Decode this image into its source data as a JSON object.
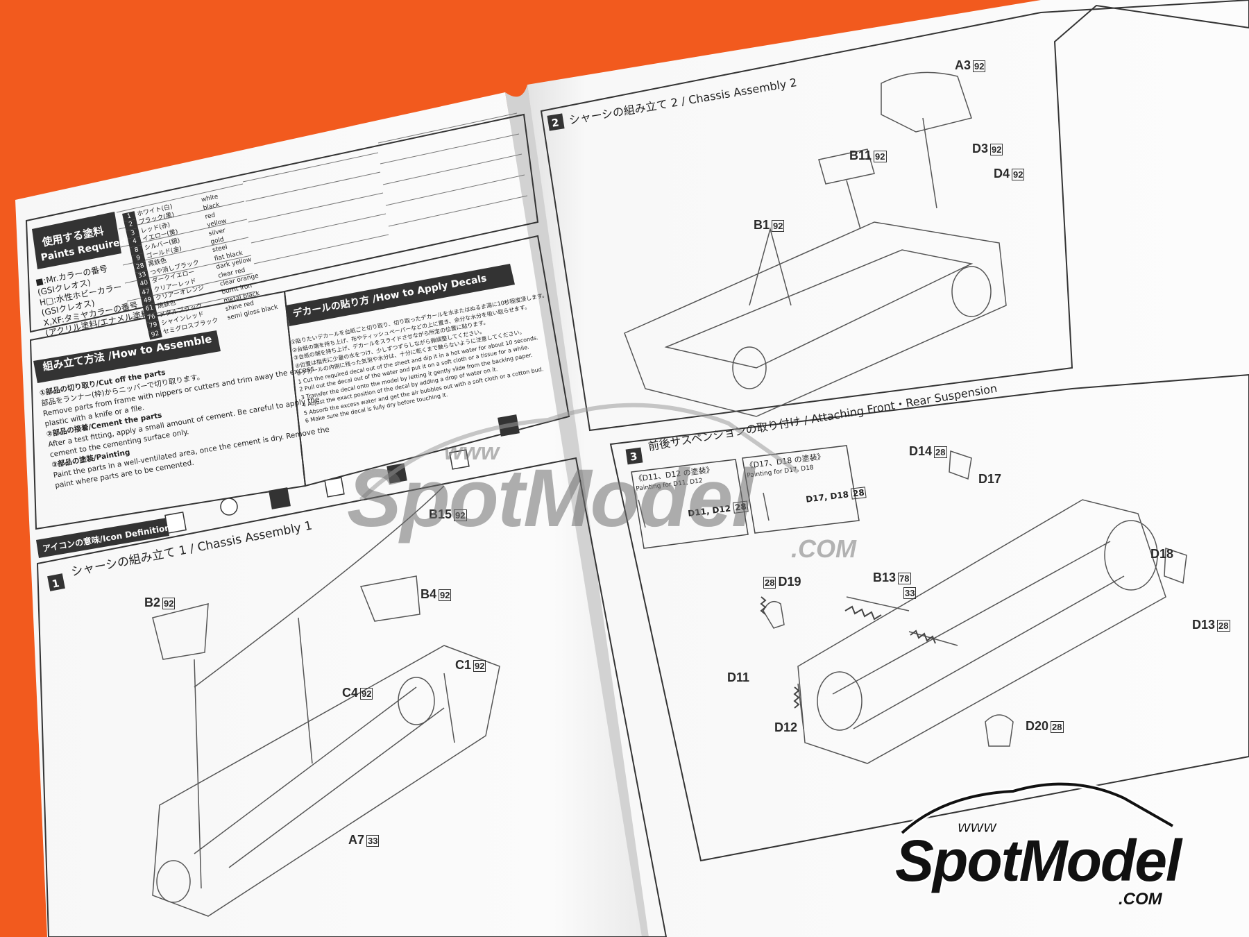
{
  "left_page": {
    "paints_title_jp": "使用する塗料",
    "paints_title_en": "Paints Required",
    "legend": [
      "■:Mr.カラーの番号",
      "(GSIクレオス)",
      "H□:水性ホビーカラー",
      "(GSIクレオス)",
      "X,XF:タミヤカラーの番号",
      "(アクリル塗料/エナメル塗料)"
    ],
    "paint_rows": [
      {
        "code": "1",
        "jp": "ホワイト(白)",
        "en": "white"
      },
      {
        "code": "2",
        "jp": "ブラック(黒)",
        "en": "black"
      },
      {
        "code": "3",
        "jp": "レッド(赤)",
        "en": "red"
      },
      {
        "code": "4",
        "jp": "イエロー(黄)",
        "en": "yellow"
      },
      {
        "code": "8",
        "jp": "シルバー(銀)",
        "en": "silver"
      },
      {
        "code": "9",
        "jp": "ゴールド(金)",
        "en": "gold"
      },
      {
        "code": "28",
        "jp": "黒鉄色",
        "en": "steel"
      },
      {
        "code": "33",
        "jp": "つや消しブラック",
        "en": "flat black"
      },
      {
        "code": "40",
        "jp": "ダークイエロー",
        "en": "dark yellow"
      },
      {
        "code": "47",
        "jp": "クリアーレッド",
        "en": "clear red"
      },
      {
        "code": "49",
        "jp": "クリアーオレンジ",
        "en": "clear orange"
      },
      {
        "code": "61",
        "jp": "焼鉄色",
        "en": "burnt iron"
      },
      {
        "code": "76",
        "jp": "メタルブラック",
        "en": "metal black"
      },
      {
        "code": "79",
        "jp": "シャインレッド",
        "en": "shine red"
      },
      {
        "code": "92",
        "jp": "セミグロスブラック",
        "en": "semi gloss black"
      }
    ],
    "assemble_title": "組み立て方法 /How to Assemble",
    "assemble_steps": [
      "①部品の切り取り/Cut off the parts",
      "部品をランナー(枠)からニッパーで切り取ります。",
      "Remove parts from frame with nippers or cutters and trim away the excess",
      "plastic with a knife or a file.",
      "②部品の接着/Cement the parts",
      "After a test fitting, apply a small amount of cement. Be careful to apply the",
      "cement to the cementing surface only.",
      "③部品の塗装/Painting",
      "Paint the parts in a well-ventilated area, once the cement is dry. Remove the",
      "paint where parts are to be cemented."
    ],
    "decals_title": "デカールの貼り方 /How to Apply Decals",
    "decal_steps": [
      "①貼りたいデカールを台紙ごと切り取り、切り取ったデカールを水またはぬるま湯に10秒程度浸します。",
      "②台紙の端を持ち上げ、布やティッシュペーパーなどの上に置き、余分な水分を吸い取らせます。",
      "③台紙の端を持ち上げ、デカールをスライドさせながら所定の位置に貼ります。",
      "④位置は指先に少量の水をつけ、少しずつずらしながら微調整してください。",
      "⑤デカールの内側に残った気泡や水分は、十分に乾くまで触らないように注意してください。",
      "1 Cut the required decal out of the sheet and dip it in a hot water for about 10 seconds.",
      "2 Pull out the decal out of the water and put it on a soft cloth or a tissue for a while.",
      "3 Transfer the decal onto the model by letting it gently slide from the backing paper.",
      "4 Adjust the exact position of the decal by adding a drop of water on it.",
      "5 Absorb the excess water and get the air bubbles out with a soft cloth or a cotton bud.",
      "6 Make sure the decal is fully dry before touching it."
    ],
    "icon_title": "アイコンの意味/Icon Definition",
    "step1_title": "シャーシの組み立て 1 / Chassis Assembly 1",
    "step1_parts": [
      {
        "label": "B2",
        "paint": "92"
      },
      {
        "label": "B15",
        "paint": "92"
      },
      {
        "label": "B4",
        "paint": "92"
      },
      {
        "label": "C1",
        "paint": "92"
      },
      {
        "label": "C4",
        "paint": "92"
      },
      {
        "label": "A7",
        "paint": "33"
      }
    ]
  },
  "right_page": {
    "step2_title": "シャーシの組み立て 2 / Chassis Assembly 2",
    "step2_parts": [
      {
        "label": "A3",
        "paint": "92"
      },
      {
        "label": "B11",
        "paint": "92"
      },
      {
        "label": "D3",
        "paint": "92"
      },
      {
        "label": "D4",
        "paint": "92"
      },
      {
        "label": "B1",
        "paint": "92"
      }
    ],
    "step3_title": "前後サスペンションの取り付け / Attaching Front・Rear Suspension",
    "painting_box_1": {
      "title": "《D11、D12 の塗装》",
      "sub": "Painting for D11, D12",
      "label": "D11, D12",
      "paint": "28"
    },
    "painting_box_2": {
      "title": "《D17、D18 の塗装》",
      "sub": "Painting for D17, D18",
      "label": "D17, D18",
      "paint": "28"
    },
    "step3_parts": [
      {
        "label": "D14",
        "paint": "28"
      },
      {
        "label": "D17",
        "paint": ""
      },
      {
        "label": "D18",
        "paint": ""
      },
      {
        "label": "D13",
        "paint": "28"
      },
      {
        "label": "D19",
        "paint": "28"
      },
      {
        "label": "B13",
        "paint": "78"
      },
      {
        "label": "D11",
        "paint": ""
      },
      {
        "label": "D12",
        "paint": ""
      },
      {
        "label": "D20",
        "paint": "28"
      }
    ],
    "spring_paint": "33"
  },
  "watermark": {
    "www": "www",
    "brand": "SpotModel",
    "dotcom": ".COM"
  },
  "logo": {
    "www": "www",
    "brand": "SpotModel",
    "dotcom": ".COM"
  }
}
